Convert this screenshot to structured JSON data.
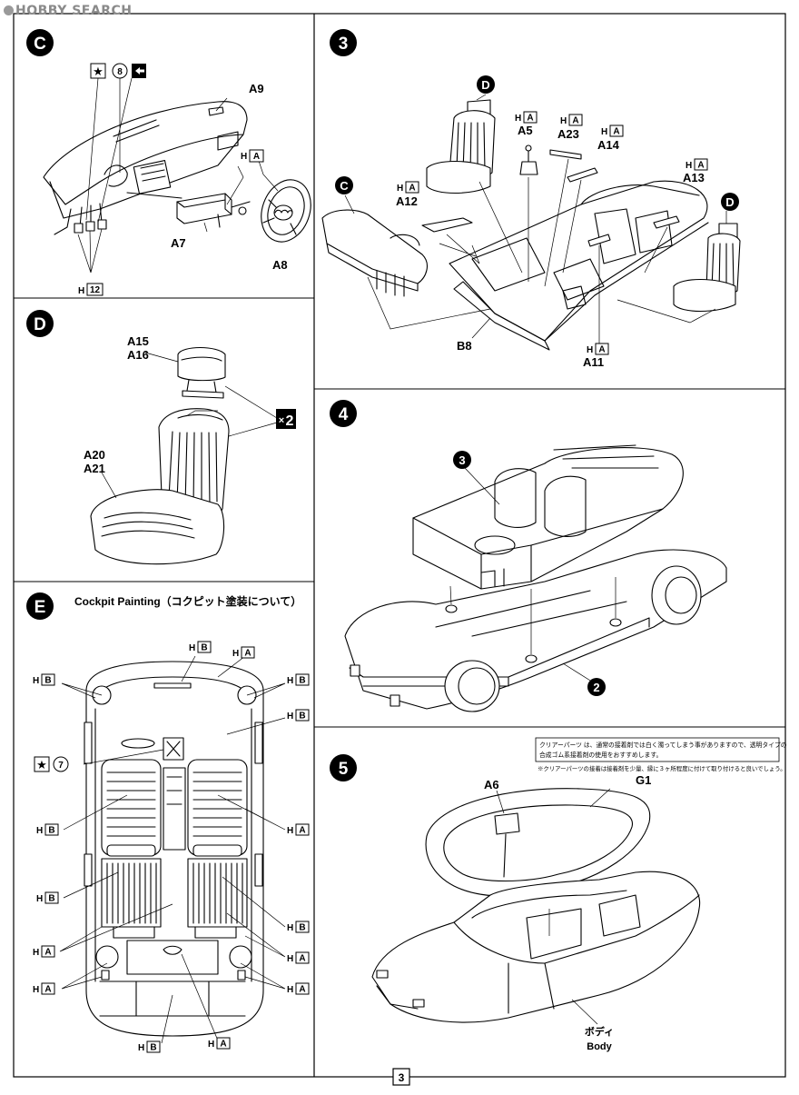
{
  "watermark": {
    "text": "HOBBY SEARCH"
  },
  "page_number": "3",
  "steps": {
    "c": {
      "badge": "C",
      "note_number": "8",
      "labels": {
        "a9": "A9",
        "a7": "A7",
        "a8": "A8",
        "h": "H",
        "ha": "A",
        "h12": "12"
      }
    },
    "three": {
      "badge": "3",
      "ref_d": "D",
      "ref_c": "C",
      "labels": {
        "a5": "A5",
        "a23": "A23",
        "a14": "A14",
        "a13": "A13",
        "a12": "A12",
        "b8": "B8",
        "a11": "A11",
        "h": "H",
        "a": "A"
      }
    },
    "d": {
      "badge": "D",
      "headrest_parts": "A15\nA16",
      "seat_parts": "A20\nA21",
      "multiplier_x": "×",
      "multiplier_n": "2"
    },
    "four": {
      "badge": "4",
      "sub_a": "3",
      "sub_b": "2"
    },
    "e": {
      "badge": "E",
      "title": "Cockpit Painting（コクピット塗装について）",
      "note_number": "7",
      "h": "H",
      "b": "B",
      "a": "A"
    },
    "five": {
      "badge": "5",
      "note_line1": "クリアーパーツ は、通常の接着剤では白く濁ってしまう事がありますので、透明タイプの",
      "note_line2": "合成ゴム系接着剤の使用をおすすめします。",
      "note_line3": "※クリアーパーツの接着は接着剤を少量、縁に３ヶ所程度に付けて取り付けると良いでしょう。",
      "a6": "A6",
      "g1": "G1",
      "body_jp": "ボディ",
      "body_en": "Body"
    }
  }
}
